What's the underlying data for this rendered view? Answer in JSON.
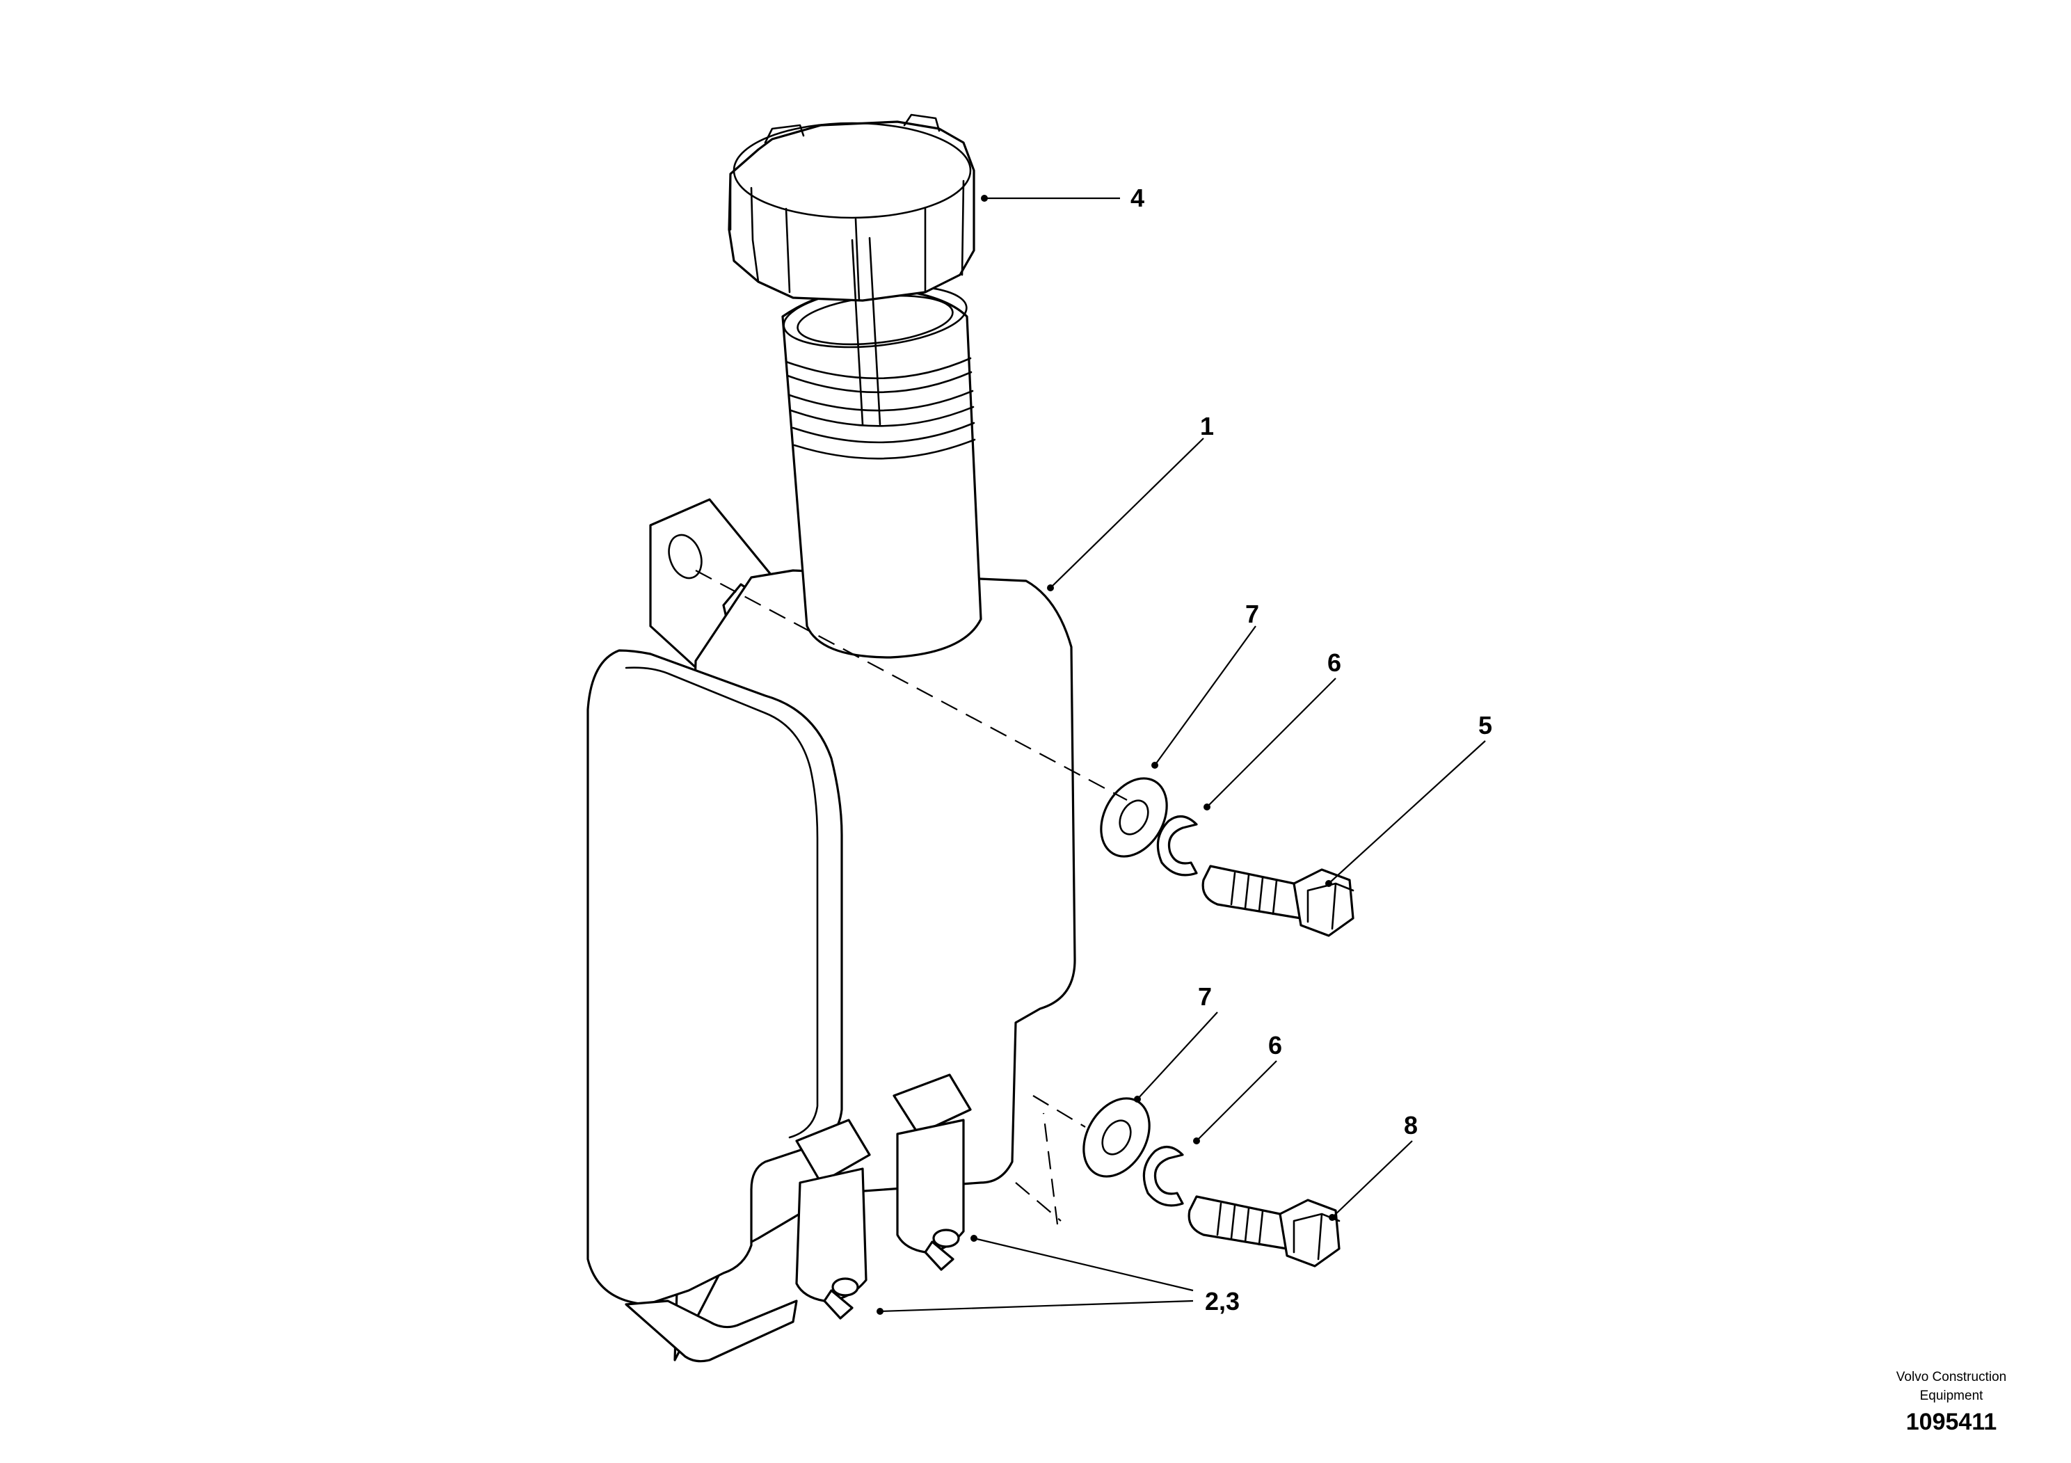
{
  "callouts": {
    "c1": "1",
    "c23": "2,3",
    "c4": "4",
    "c5": "5",
    "c6_upper": "6",
    "c6_lower": "6",
    "c7_upper": "7",
    "c7_lower": "7",
    "c8": "8"
  },
  "caption": {
    "line1": "Volvo Construction",
    "line2": "Equipment",
    "drawing_number": "1095411"
  }
}
